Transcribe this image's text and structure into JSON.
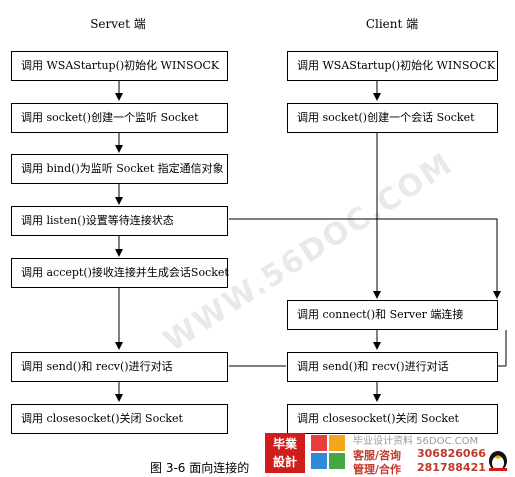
{
  "columns": {
    "server": {
      "title": "Servet 端",
      "steps": [
        "调用 WSAStartup()初始化 WINSOCK",
        "调用 socket()创建一个监听 Socket",
        "调用 bind()为监听 Socket 指定通信对象",
        "调用 listen()设置等待连接状态",
        "调用 accept()接收连接并生成会话Socket",
        "调用 send()和 recv()进行对话",
        "调用 closesocket()关闭 Socket"
      ]
    },
    "client": {
      "title": "Client 端",
      "steps": [
        "调用 WSAStartup()初始化 WINSOCK",
        "调用 socket()创建一个会话 Socket",
        "调用 connect()和 Server 端连接",
        "调用 send()和 recv()进行对话",
        "调用 closesocket()关闭 Socket"
      ]
    }
  },
  "caption": "图 3-6 面向连接的",
  "watermark": "WWW.56DOC.COM",
  "badge": {
    "seal": [
      "毕業",
      "設計"
    ],
    "site": "毕业设计资料 56DOC.COM",
    "service_label": "客服/咨询",
    "manage_label": "管理/合作",
    "qq_service": "306826066",
    "qq_manage": "281788421"
  }
}
